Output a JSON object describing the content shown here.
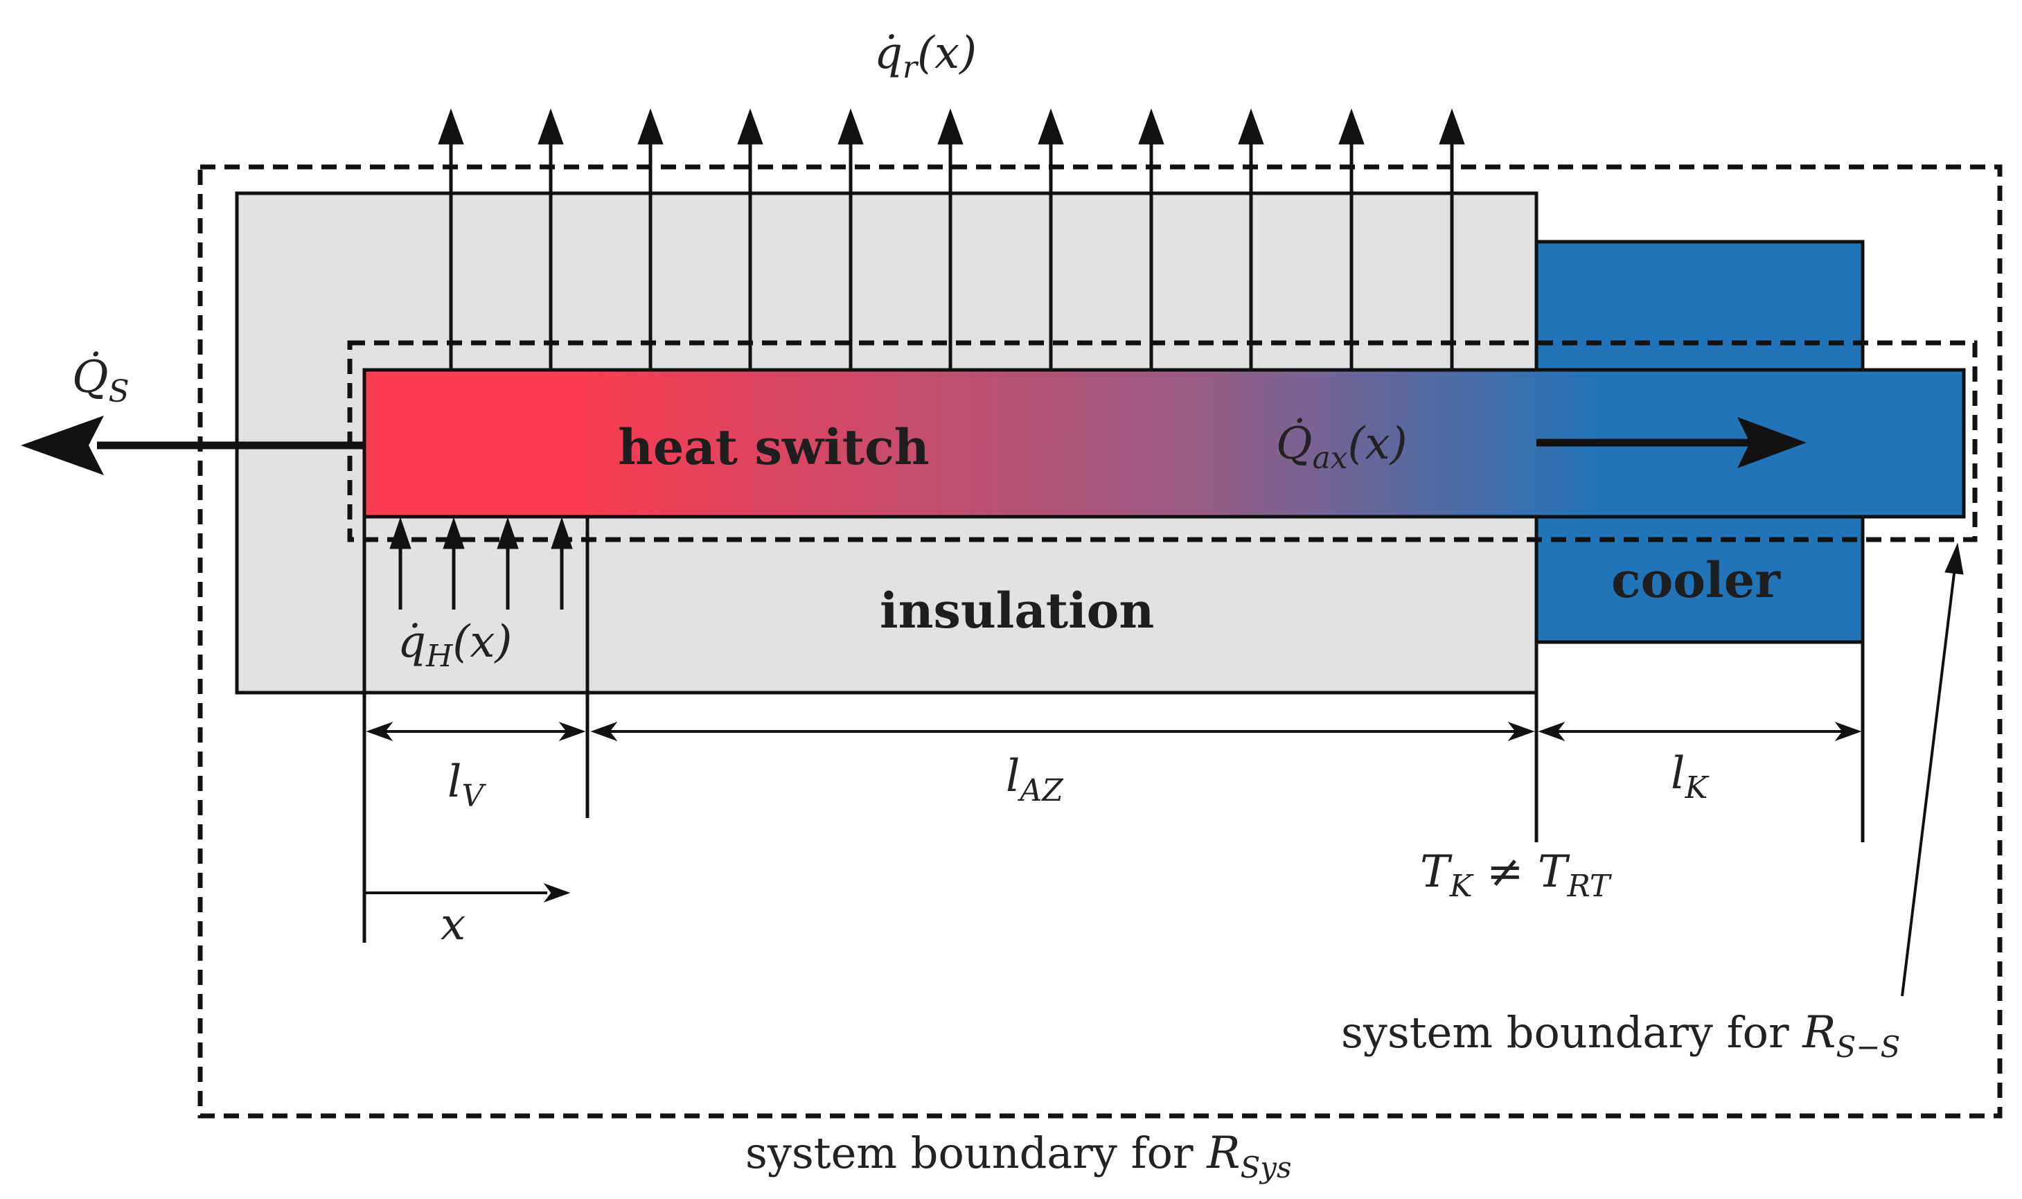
{
  "labels": {
    "q_r": {
      "main": "q̇",
      "sub": "r",
      "arg": "(x)"
    },
    "Q_S": {
      "main": "Q̇",
      "sub": "S"
    },
    "Q_ax": {
      "main": "Q̇",
      "sub": "ax",
      "arg": "(x)"
    },
    "q_H": {
      "main": "q̇",
      "sub": "H",
      "arg": "(x)"
    },
    "heat_switch": "heat switch",
    "insulation": "insulation",
    "cooler": "cooler",
    "l_V": {
      "main": "l",
      "sub": "V"
    },
    "l_AZ": {
      "main": "l",
      "sub": "AZ"
    },
    "l_K": {
      "main": "l",
      "sub": "K"
    },
    "x": "x",
    "T_relation": {
      "a": "T",
      "a_sub": "K",
      "op": " ≠ ",
      "b": "T",
      "b_sub": "RT"
    },
    "boundary_ss": {
      "text": "system boundary for ",
      "var": "R",
      "sub": "S−S"
    },
    "boundary_sys": {
      "text": "system boundary for ",
      "var": "R",
      "sub": "Sys"
    }
  },
  "colors": {
    "insulation": "#e1e2e2",
    "cooler": "#2274b8",
    "switch_hot": "#fb3b50",
    "switch_mid": "#9a5c84",
    "switch_cold": "#2274b8",
    "line": "#111111"
  }
}
